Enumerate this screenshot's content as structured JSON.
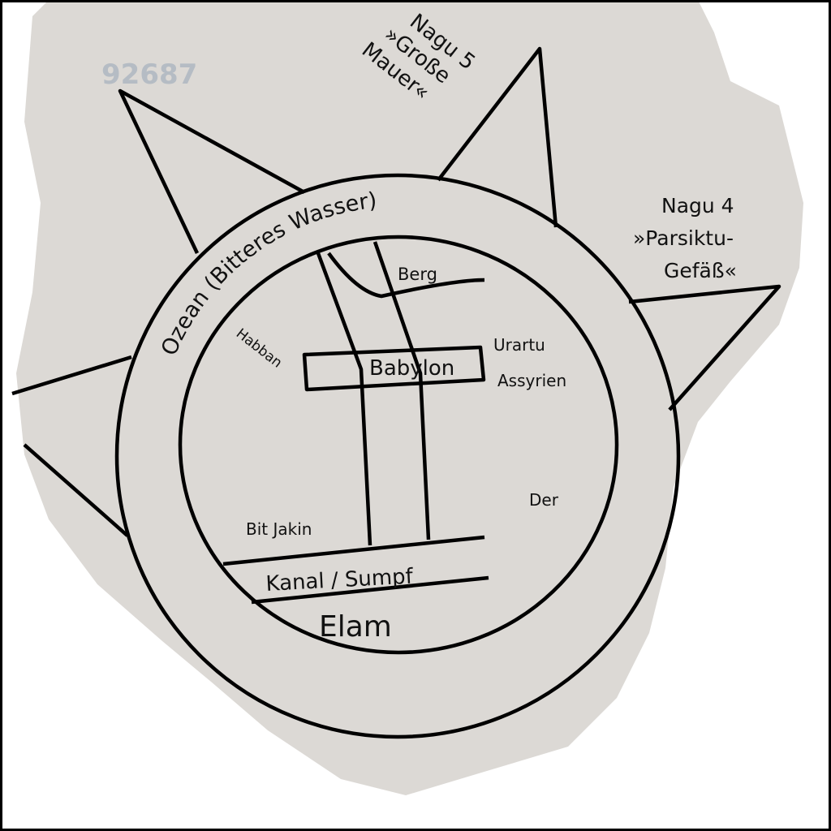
{
  "tablet_number": "92687",
  "labels": {
    "ocean": "Ozean (Bitteres Wasser)",
    "nagu5": [
      "Nagu 5",
      "»Große",
      "Mauer«"
    ],
    "nagu4": [
      "Nagu 4",
      "»Parsiktu-",
      "Gefäß«"
    ],
    "berg": "Berg",
    "habban": "Habban",
    "babylon": "Babylon",
    "urartu": "Urartu",
    "assyrien": "Assyrien",
    "der": "Der",
    "bit_jakin": "Bit Jakin",
    "kanal": "Kanal / Sumpf",
    "elam": "Elam"
  },
  "colors": {
    "lines": "#000000",
    "tablet": "#d9d6d2",
    "background": "#ffffff"
  }
}
